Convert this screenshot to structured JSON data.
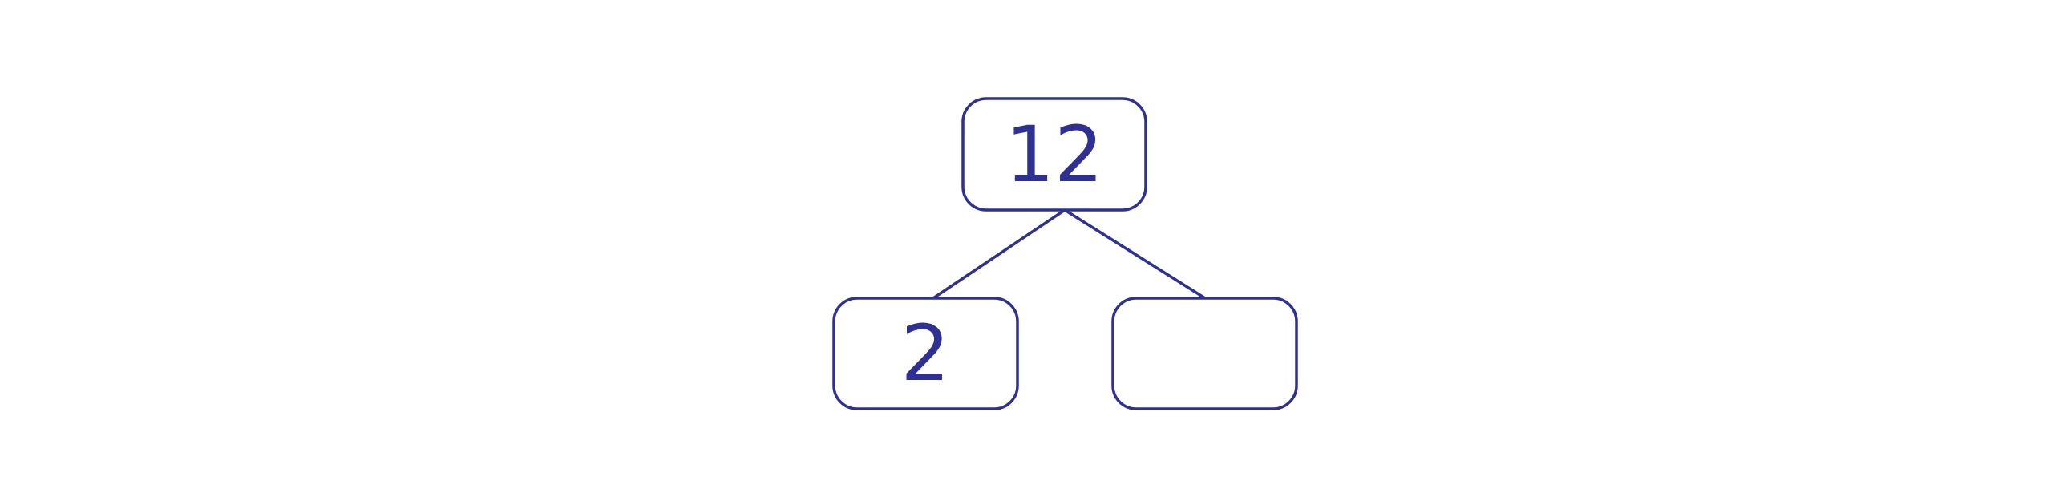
{
  "diagram": {
    "type": "number-bond",
    "colors": {
      "stroke": "#2e3192",
      "text": "#2e3192",
      "background": "#ffffff"
    },
    "nodes": {
      "whole": {
        "label": "12"
      },
      "part_left": {
        "label": "2"
      },
      "part_right": {
        "label": ""
      }
    }
  }
}
